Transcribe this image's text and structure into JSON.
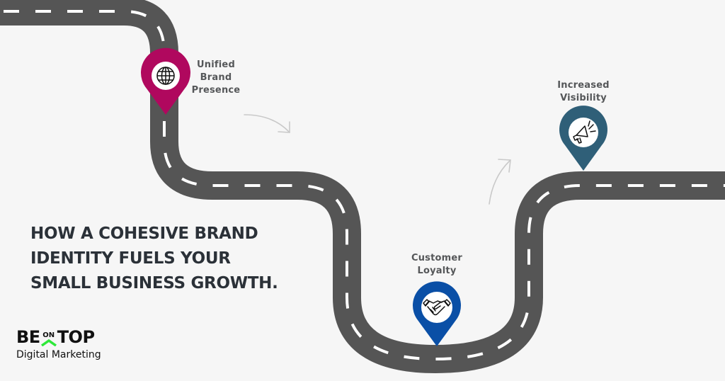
{
  "headline": {
    "lines": [
      "HOW A COHESIVE BRAND",
      "IDENTITY FUELS YOUR",
      "SMALL BUSINESS GROWTH."
    ]
  },
  "milestones": [
    {
      "label_lines": [
        "Unified",
        "Brand",
        "Presence"
      ],
      "icon": "globe-icon",
      "color": "#b0085e"
    },
    {
      "label_lines": [
        "Customer",
        "Loyalty"
      ],
      "icon": "handshake-icon",
      "color": "#0a4fa6"
    },
    {
      "label_lines": [
        "Increased",
        "Visibility"
      ],
      "icon": "megaphone-icon",
      "color": "#2f5f78"
    }
  ],
  "logo": {
    "part1": "BE",
    "on": "ON",
    "part2": "TOP",
    "subtitle": "Digital Marketing",
    "accent_color": "#2ee83a"
  },
  "colors": {
    "background": "#f6f6f6",
    "road": "#555555",
    "road_marking": "#ffffff",
    "text_dark": "#2b3138",
    "label_text": "#555759",
    "arrow": "#c8c8c8"
  }
}
